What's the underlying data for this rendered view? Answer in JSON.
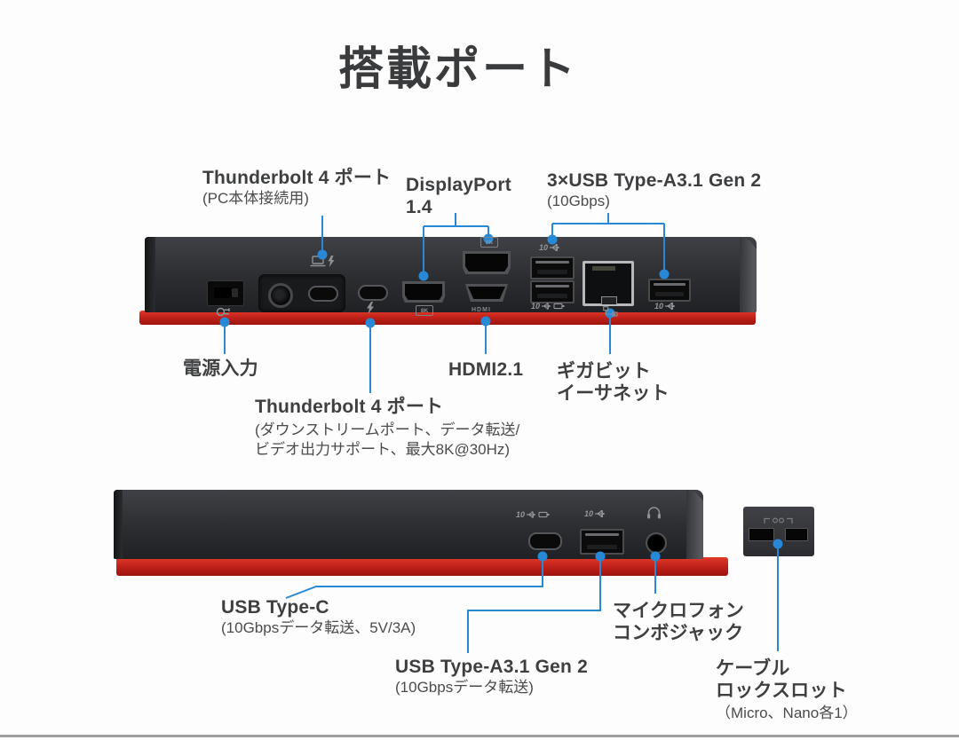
{
  "title": "搭載ポート",
  "colors": {
    "callout_blue": "#2789d6",
    "dock_red": "#c2231b",
    "dock_body": "#2c2d30",
    "label_text": "#3e3f41"
  },
  "icons": {
    "laptop_thunderbolt": "laptop-with-lightning glyph",
    "thunderbolt": "lightning-bolt glyph",
    "power_plug": "plug glyph",
    "usb_speed_trident": "USB SuperSpeed trident",
    "usb_speed_battery": "USB SuperSpeed trident with battery",
    "ethernet": "network-nodes glyph",
    "headset": "headphones glyph",
    "lock_marking": "lock-slot engraving"
  },
  "rear": {
    "labels": {
      "tb4_pc": {
        "title": "Thunderbolt 4 ポート",
        "sub": "(PC本体接続用)"
      },
      "displayport": {
        "line1": "DisplayPort",
        "line2": "1.4"
      },
      "usb_a": {
        "title": "3×USB Type-A3.1 Gen 2",
        "sub": "(10Gbps)"
      },
      "power": {
        "title": "電源入力"
      },
      "tb4_down": {
        "title": "Thunderbolt 4 ポート",
        "sub1": "(ダウンストリームポート、データ転送/",
        "sub2": "ビデオ出力サポート、最大8K@30Hz)"
      },
      "hdmi": {
        "title": "HDMI2.1"
      },
      "ethernet": {
        "line1": "ギガビット",
        "line2": "イーサネット"
      }
    },
    "markings": {
      "speed10": "10",
      "badge8k": "8K",
      "hdmi": "HDMI"
    }
  },
  "front": {
    "labels": {
      "usb_c": {
        "title": "USB Type-C",
        "sub": "(10Gbpsデータ転送、5V/3A)"
      },
      "usb_a": {
        "title": "USB Type-A3.1 Gen 2",
        "sub": "(10Gbpsデータ転送)"
      },
      "mic": {
        "line1": "マイクロフォン",
        "line2": "コンボジャック"
      },
      "lock": {
        "line1": "ケーブル",
        "line2": "ロックスロット",
        "sub": "（Micro、Nano各1）"
      }
    },
    "markings": {
      "speed10": "10"
    }
  }
}
